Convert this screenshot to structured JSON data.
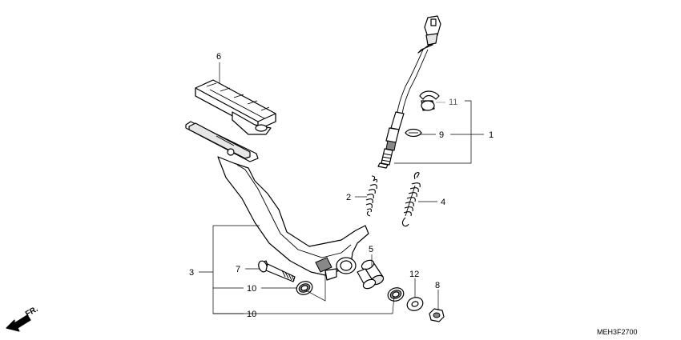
{
  "diagram": {
    "drawing_code": "MEH3F2700",
    "direction_label": "FR.",
    "callouts": [
      {
        "id": "c1",
        "text": "1"
      },
      {
        "id": "c2",
        "text": "2"
      },
      {
        "id": "c3",
        "text": "3"
      },
      {
        "id": "c4",
        "text": "4"
      },
      {
        "id": "c5",
        "text": "5"
      },
      {
        "id": "c6",
        "text": "6"
      },
      {
        "id": "c7",
        "text": "7"
      },
      {
        "id": "c8",
        "text": "8"
      },
      {
        "id": "c9",
        "text": "9"
      },
      {
        "id": "c10a",
        "text": "10"
      },
      {
        "id": "c10b",
        "text": "10"
      },
      {
        "id": "c11",
        "text": "11"
      },
      {
        "id": "c12",
        "text": "12"
      }
    ]
  }
}
